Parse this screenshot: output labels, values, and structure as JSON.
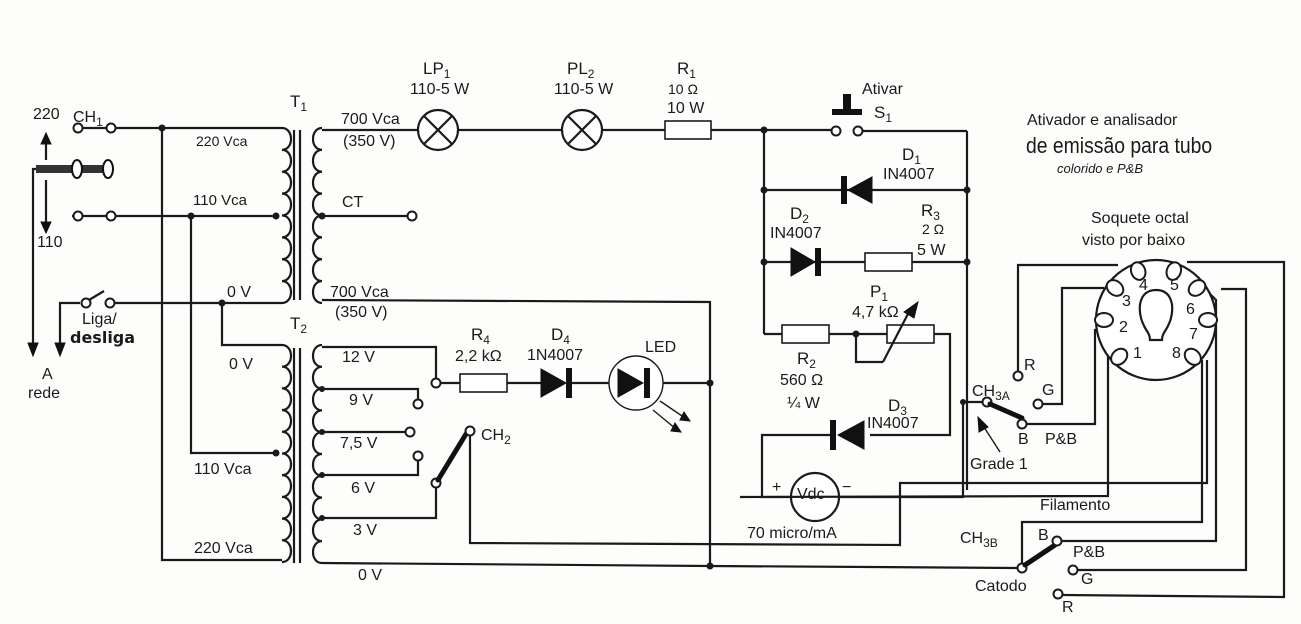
{
  "diagram": {
    "title": {
      "line1": "Ativador e analisador",
      "line2": "de emissão para tubo",
      "line3": "colorido e P&B"
    },
    "mains": {
      "ch1": {
        "name": "CH",
        "sub": "1"
      },
      "v220": "220",
      "v110": "110",
      "power_switch_line1": "Liga/",
      "power_switch_line2": "desliga",
      "to_mains_line1": "A",
      "to_mains_line2": "rede"
    },
    "t1": {
      "name": "T",
      "sub": "1",
      "primary_taps": [
        "220 Vca",
        "110 Vca",
        "0 V"
      ],
      "secondary_top": "700 Vca",
      "secondary_top_note": "(350 V)",
      "center_tap": "CT",
      "secondary_bottom": "700 Vca",
      "secondary_bottom_note": "(350 V)"
    },
    "t2": {
      "name": "T",
      "sub": "2",
      "primary_taps": [
        "0 V",
        "110 Vca",
        "220 Vca"
      ],
      "secondary_taps": [
        "12 V",
        "9 V",
        "7,5 V",
        "6 V",
        "3 V",
        "0 V"
      ]
    },
    "components": {
      "lp1": {
        "name": "LP",
        "sub": "1",
        "value": "110-5 W"
      },
      "pl2": {
        "name": "PL",
        "sub": "2",
        "value": "110-5 W"
      },
      "r1": {
        "name": "R",
        "sub": "1",
        "value": "10 Ω",
        "power": "10 W"
      },
      "s1": {
        "name": "S",
        "sub": "1",
        "label": "Ativar"
      },
      "d1": {
        "name": "D",
        "sub": "1",
        "part": "IN4007"
      },
      "d2": {
        "name": "D",
        "sub": "2",
        "part": "IN4007"
      },
      "r3": {
        "name": "R",
        "sub": "3",
        "value": "2 Ω",
        "power": "5 W"
      },
      "p1": {
        "name": "P",
        "sub": "1",
        "value": "4,7 kΩ"
      },
      "r2": {
        "name": "R",
        "sub": "2",
        "value": "560 Ω",
        "power": "¼ W"
      },
      "d3": {
        "name": "D",
        "sub": "3",
        "part": "IN4007"
      },
      "r4": {
        "name": "R",
        "sub": "4",
        "value": "2,2 kΩ"
      },
      "d4": {
        "name": "D",
        "sub": "4",
        "part": "1N4007"
      },
      "led": {
        "name": "LED"
      },
      "ch2": {
        "name": "CH",
        "sub": "2"
      },
      "meter": {
        "name": "Vdc",
        "plus": "+",
        "minus": "−",
        "range": "70 micro/mA"
      }
    },
    "ch3a": {
      "name": "CH",
      "sub": "3A",
      "positions": [
        "R",
        "G",
        "B"
      ],
      "bw_label": "P&B",
      "grid_label": "Grade 1"
    },
    "ch3b": {
      "name": "CH",
      "sub": "3B",
      "positions": [
        "B",
        "G",
        "R"
      ],
      "bw_label": "P&B",
      "filament_label": "Filamento",
      "cathode_label": "Catodo"
    },
    "socket": {
      "title_line1": "Soquete octal",
      "title_line2": "visto por baixo",
      "pins": [
        "1",
        "2",
        "3",
        "4",
        "5",
        "6",
        "7",
        "8"
      ]
    }
  }
}
